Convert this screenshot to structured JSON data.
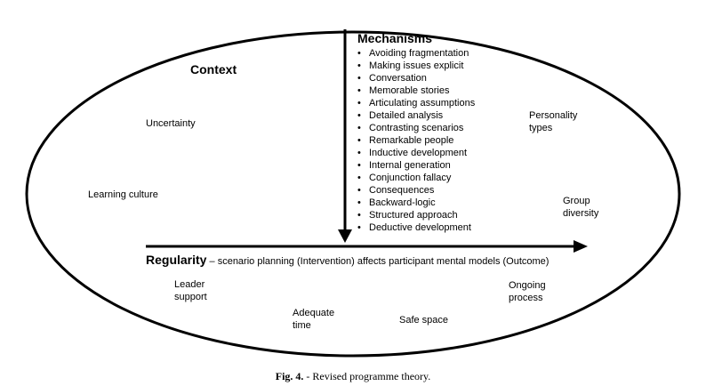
{
  "diagram": {
    "context": {
      "title": "Context",
      "factors": {
        "uncertainty": "Uncertainty",
        "learning_culture": "Learning culture",
        "personality_types": [
          "Personality",
          "types"
        ],
        "group_diversity": [
          "Group",
          "diversity"
        ],
        "leader_support": [
          "Leader",
          "support"
        ],
        "adequate_time": [
          "Adequate",
          "time"
        ],
        "safe_space": "Safe space",
        "ongoing_process": [
          "Ongoing",
          "process"
        ]
      }
    },
    "mechanisms": {
      "title": "Mechanisms",
      "bullet": "•",
      "items": [
        "Avoiding fragmentation",
        "Making issues explicit",
        "Conversation",
        "Memorable stories",
        "Articulating assumptions",
        "Detailed analysis",
        "Contrasting scenarios",
        "Remarkable people",
        "Inductive development",
        "Internal generation",
        "Conjunction fallacy",
        "Consequences",
        "Backward-logic",
        "Structured approach",
        "Deductive development"
      ]
    },
    "regularity": {
      "title": "Regularity",
      "text": " – scenario planning (Intervention) affects participant mental models (Outcome)"
    }
  },
  "caption": {
    "label": "Fig. 4.",
    "text": " - Revised programme theory."
  }
}
